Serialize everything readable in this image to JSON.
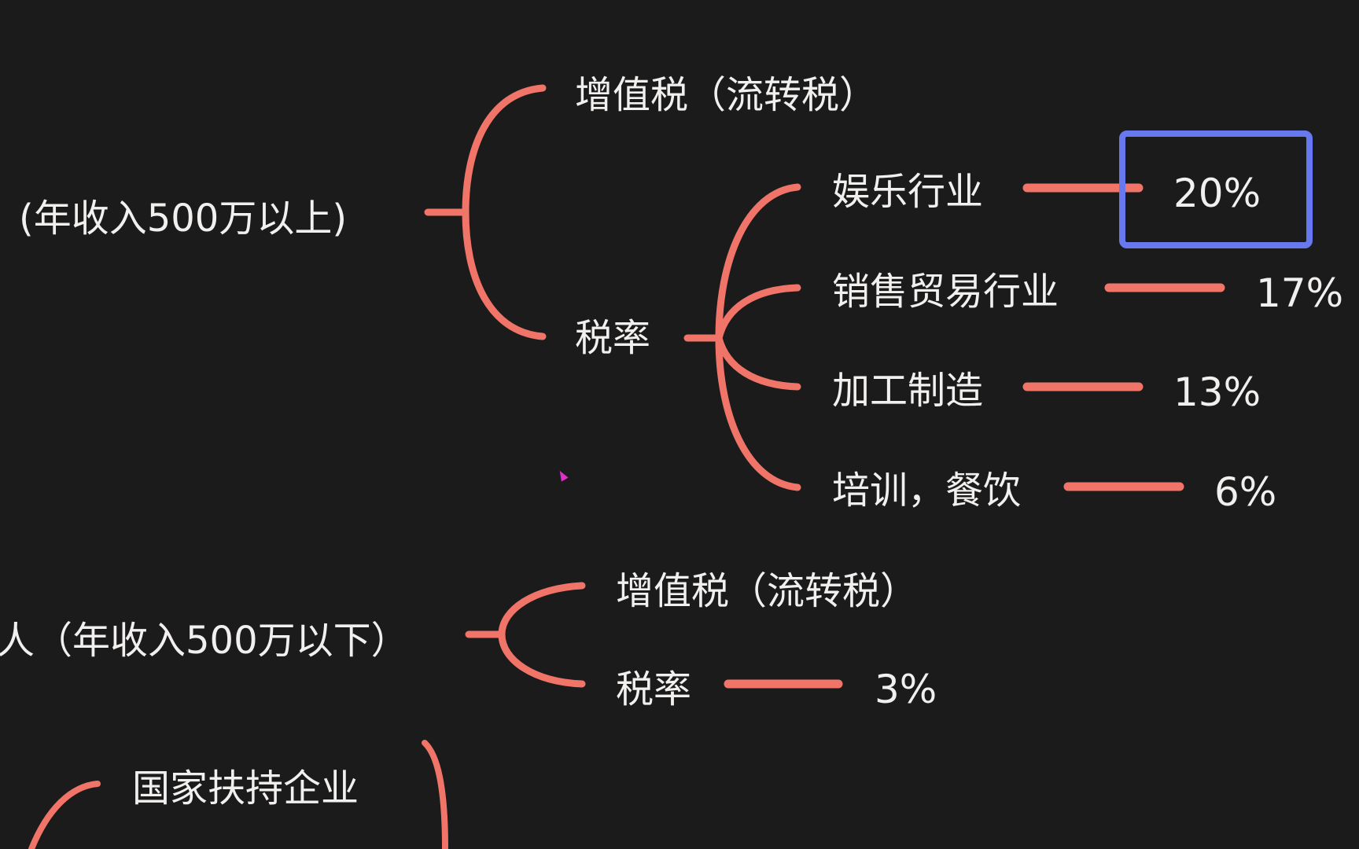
{
  "colors": {
    "background": "#1b1b1c",
    "branch_line": "#f07468",
    "highlight_box": "#6879f0",
    "text": "#f2f0ee",
    "cursor": "#e030c8"
  },
  "mindmap": {
    "general_taxpayer": {
      "label": "(年收入500万以上)",
      "children": {
        "vat": {
          "label": "增值税（流转税）"
        },
        "tax_rate": {
          "label": "税率",
          "industries": [
            {
              "label": "娱乐行业",
              "rate": "20%",
              "highlighted": true
            },
            {
              "label": "销售贸易行业",
              "rate": "17%"
            },
            {
              "label": "加工制造",
              "rate": "13%"
            },
            {
              "label": "培训，餐饮",
              "rate": "6%"
            }
          ]
        }
      }
    },
    "small_taxpayer": {
      "label": "人（年收入500万以下）",
      "children": {
        "vat": {
          "label": "增值税（流转税）"
        },
        "tax_rate": {
          "label": "税率",
          "rate": "3%"
        }
      }
    },
    "supported_enterprise": {
      "label": "国家扶持企业"
    }
  }
}
